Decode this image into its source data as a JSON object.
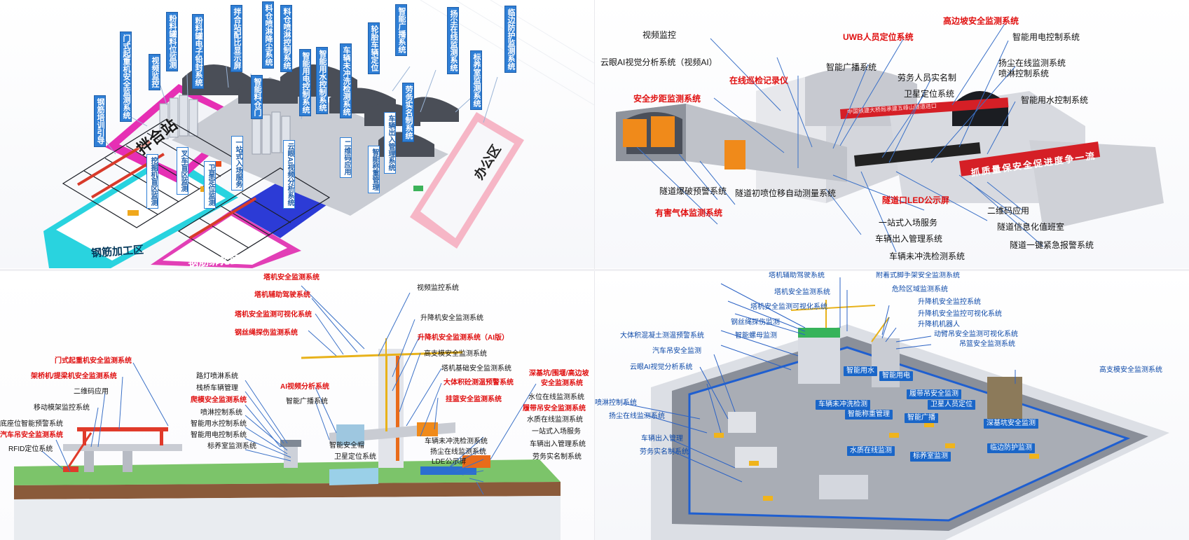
{
  "top_left": {
    "vtags": [
      "钢筋培训引导",
      "门式起重机安全监测系统",
      "视频监控",
      "粉料罐料位监测",
      "粉料罐电子铅封系统",
      "拌合站配比显示屏",
      "料仓喷淋降尘系统",
      "料仓喷淋控制系统",
      "智能料仓门",
      "智能用电控制系统",
      "智能用水控制系统",
      "车辆未冲洗检测系统",
      "轮胎车辆定位",
      "智能广播系统",
      "劳务实名制系统",
      "扬尘在线监测系统",
      "标养室监测系统",
      "临边防护监测系统"
    ],
    "inner_tags": [
      "挖掘机盲区监测",
      "叉车盲区监测",
      "卫星定位监测",
      "一站式入场服务",
      "云眼AI视频分析系统",
      "二维码应用",
      "智能称重管理",
      "车辆出入管理系统"
    ],
    "zones": {
      "mixing_plant": "拌合站",
      "steel_processing": "钢筋加工区",
      "steel_binding": "钢筋绑扎区",
      "office": "办公区"
    }
  },
  "top_right": {
    "left_labels": [
      {
        "text": "视频监控",
        "red": false
      },
      {
        "text": "云眼AI视觉分析系统（视频AI）",
        "red": false
      },
      {
        "text": "在线巡检记录仪",
        "red": true
      },
      {
        "text": "安全步距监测系统",
        "red": true
      },
      {
        "text": "UWB人员定位系统",
        "red": true
      },
      {
        "text": "智能广播系统",
        "red": false
      },
      {
        "text": "劳务人员实名制",
        "red": false
      },
      {
        "text": "卫星定位系统",
        "red": false
      }
    ],
    "right_labels": [
      {
        "text": "高边坡安全监测系统",
        "red": true
      },
      {
        "text": "智能用电控制系统",
        "red": false
      },
      {
        "text": "扬尘在线监测系统",
        "red": false
      },
      {
        "text": "喷淋控制系统",
        "red": false
      },
      {
        "text": "智能用水控制系统",
        "red": false
      }
    ],
    "bottom_labels": [
      {
        "text": "隧道爆破预警系统",
        "red": false
      },
      {
        "text": "有害气体监测系统",
        "red": true
      },
      {
        "text": "隧道初喷位移自动测量系统",
        "red": false
      },
      {
        "text": "隧道口LED公示屏",
        "red": true
      },
      {
        "text": "一站式入场服务",
        "red": false
      },
      {
        "text": "车辆出入管理系统",
        "red": false
      },
      {
        "text": "车辆未冲洗检测系统",
        "red": false
      },
      {
        "text": "二维码应用",
        "red": false
      },
      {
        "text": "隧道信息化值班室",
        "red": false
      },
      {
        "text": "隧道一键紧急报警系统",
        "red": false
      }
    ],
    "banner_top": "中国铁建大桥局承建五峰山隧道进口",
    "banner_red": "抓质量保安全促进度争一流"
  },
  "bottom_left": {
    "labels": [
      {
        "text": "塔机安全监测系统",
        "red": true
      },
      {
        "text": "塔机辅助驾驶系统",
        "red": true
      },
      {
        "text": "塔机安全监测可视化系统",
        "red": true
      },
      {
        "text": "钢丝绳探伤监测系统",
        "red": true
      },
      {
        "text": "视频监控系统",
        "red": false
      },
      {
        "text": "升降机安全监测系统",
        "red": false
      },
      {
        "text": "升降机安全监测系统（AI版）",
        "red": true
      },
      {
        "text": "高支模安全监测系统",
        "red": false
      },
      {
        "text": "塔机基础安全监测系统",
        "red": false
      },
      {
        "text": "大体积砼测温预警系统",
        "red": true
      },
      {
        "text": "深基坑/围堰/高边坡",
        "red": true
      },
      {
        "text": "安全监测系统",
        "red": true
      },
      {
        "text": "门式起重机安全监测系统",
        "red": true
      },
      {
        "text": "架桥机/提梁机安全监测系统",
        "red": true
      },
      {
        "text": "二维码应用",
        "red": false
      },
      {
        "text": "移动模架监控系统",
        "red": false
      },
      {
        "text": "底座位智能预警系统",
        "red": false
      },
      {
        "text": "汽车吊安全监测系统",
        "red": true
      },
      {
        "text": "RFID定位系统",
        "red": false
      },
      {
        "text": "路灯喷淋系统",
        "red": false
      },
      {
        "text": "栈桥车辆管理",
        "red": false
      },
      {
        "text": "爬模安全监测系统",
        "red": true
      },
      {
        "text": "喷淋控制系统",
        "red": false
      },
      {
        "text": "智能用水控制系统",
        "red": false
      },
      {
        "text": "智能用电控制系统",
        "red": false
      },
      {
        "text": "标养室监测系统",
        "red": false
      },
      {
        "text": "AI视频分析系统",
        "red": true
      },
      {
        "text": "智能广播系统",
        "red": false
      },
      {
        "text": "挂篮安全监测系统",
        "red": true
      },
      {
        "text": "水位在线监测系统",
        "red": false
      },
      {
        "text": "履带吊安全监测系统",
        "red": true
      },
      {
        "text": "水质在线监测系统",
        "red": false
      },
      {
        "text": "一站式入场服务",
        "red": false
      },
      {
        "text": "车辆出入管理系统",
        "red": false
      },
      {
        "text": "劳务实名制系统",
        "red": false
      },
      {
        "text": "车辆未冲洗检测系统",
        "red": false
      },
      {
        "text": "扬尘在线监测系统",
        "red": false
      },
      {
        "text": "LDE公示屏",
        "red": false
      },
      {
        "text": "智能安全帽",
        "red": false
      },
      {
        "text": "卫星定位系统",
        "red": false
      }
    ]
  },
  "bottom_right": {
    "labels": [
      "塔机辅助驾驶系统",
      "附着式脚手架安全监测系统",
      "塔机安全监测系统",
      "危险区域监测系统",
      "塔机安全监测可视化系统",
      "升降机安全监控系统",
      "升降机安全监控可视化系统",
      "升降机机器人",
      "钢丝绳探伤监测",
      "智能螺母监测",
      "大体积混凝土测温预警系统",
      "动臂吊安全监测可视化系统",
      "吊篮安全监测系统",
      "汽车吊安全监测",
      "云眼AI视觉分析系统",
      "高支模安全监测系统",
      "喷淋控制系统",
      "扬尘在线监测系统",
      "车辆出入管理",
      "劳务实名制系统"
    ],
    "chips": [
      "智能用水",
      "智能用电",
      "车辆未冲洗检测",
      "智能称重管理",
      "履带吊安全监测",
      "智能广播",
      "卫星人员定位",
      "深基坑安全监测",
      "临边防护监测",
      "水质在线监测",
      "标养室监测"
    ]
  }
}
